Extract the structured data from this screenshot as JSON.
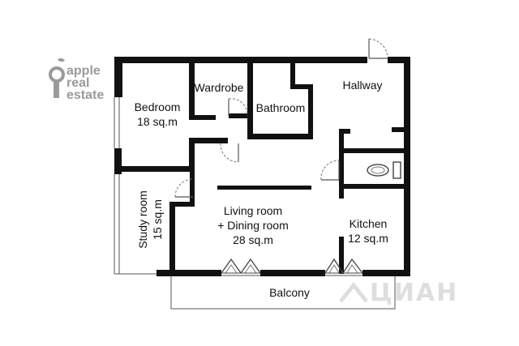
{
  "logo": {
    "lines": [
      "apple",
      "real",
      "estate"
    ]
  },
  "watermark": {
    "text": "ЦИАН"
  },
  "rooms": {
    "bedroom": {
      "name": "Bedroom",
      "area": "18 sq.m"
    },
    "wardrobe": {
      "name": "Wardrobe"
    },
    "bathroom": {
      "name": "Bathroom"
    },
    "hallway": {
      "name": "Hallway"
    },
    "study": {
      "name": "Study room",
      "area": "15 sq.m"
    },
    "living": {
      "name": "Living room",
      "name2": "+ Dining room",
      "area": "28 sq.m"
    },
    "kitchen": {
      "name": "Kitchen",
      "area": "12 sq.m"
    },
    "balcony": {
      "name": "Balcony"
    }
  }
}
